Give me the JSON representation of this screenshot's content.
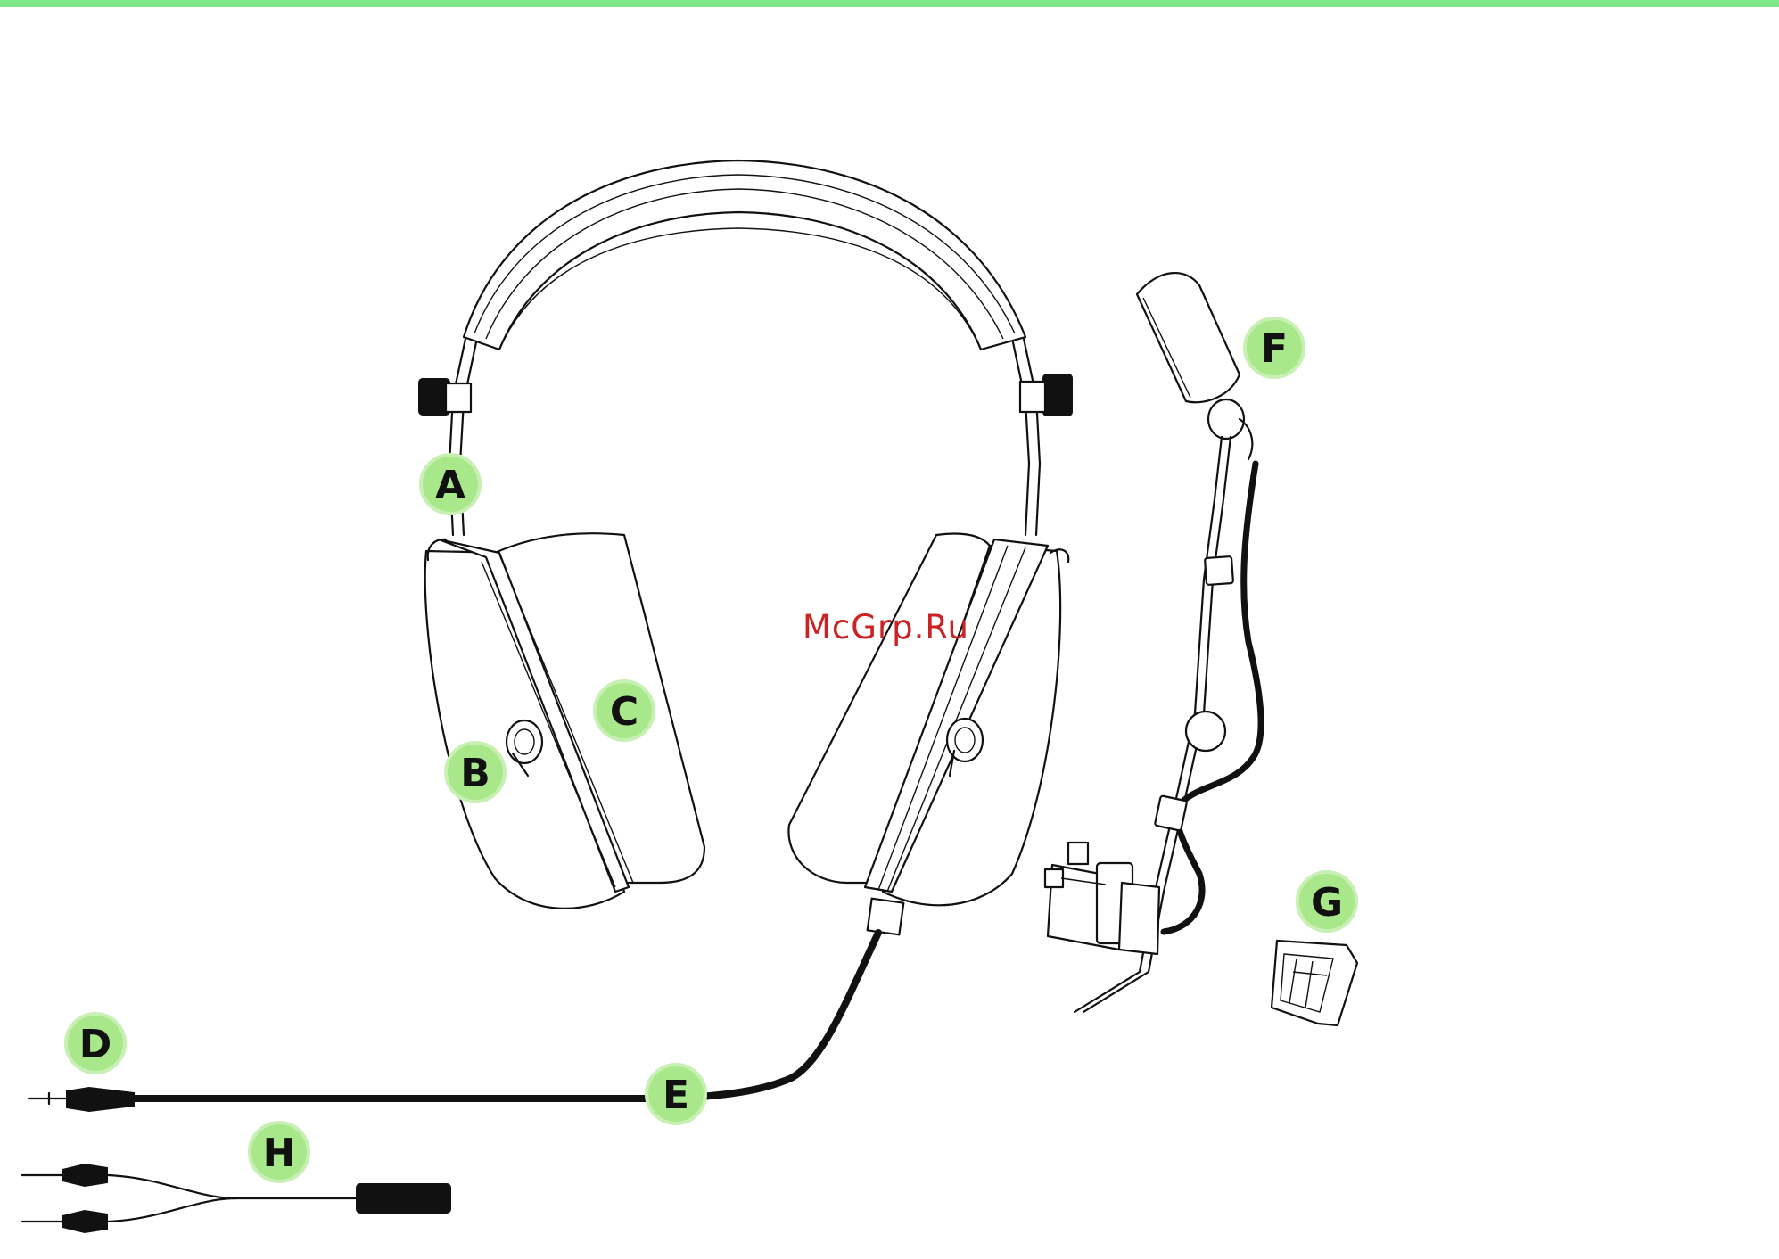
{
  "colors": {
    "accent": "#7ee787",
    "callout_fill": "#a8e88b",
    "callout_stroke": "#c9f0b4",
    "line": "#111111",
    "watermark": "#cc2222"
  },
  "watermark": {
    "text": "McGrp.Ru"
  },
  "callouts": [
    {
      "id": "A",
      "label": "A"
    },
    {
      "id": "B",
      "label": "B"
    },
    {
      "id": "C",
      "label": "C"
    },
    {
      "id": "D",
      "label": "D"
    },
    {
      "id": "E",
      "label": "E"
    },
    {
      "id": "F",
      "label": "F"
    },
    {
      "id": "G",
      "label": "G"
    },
    {
      "id": "H",
      "label": "H"
    }
  ]
}
